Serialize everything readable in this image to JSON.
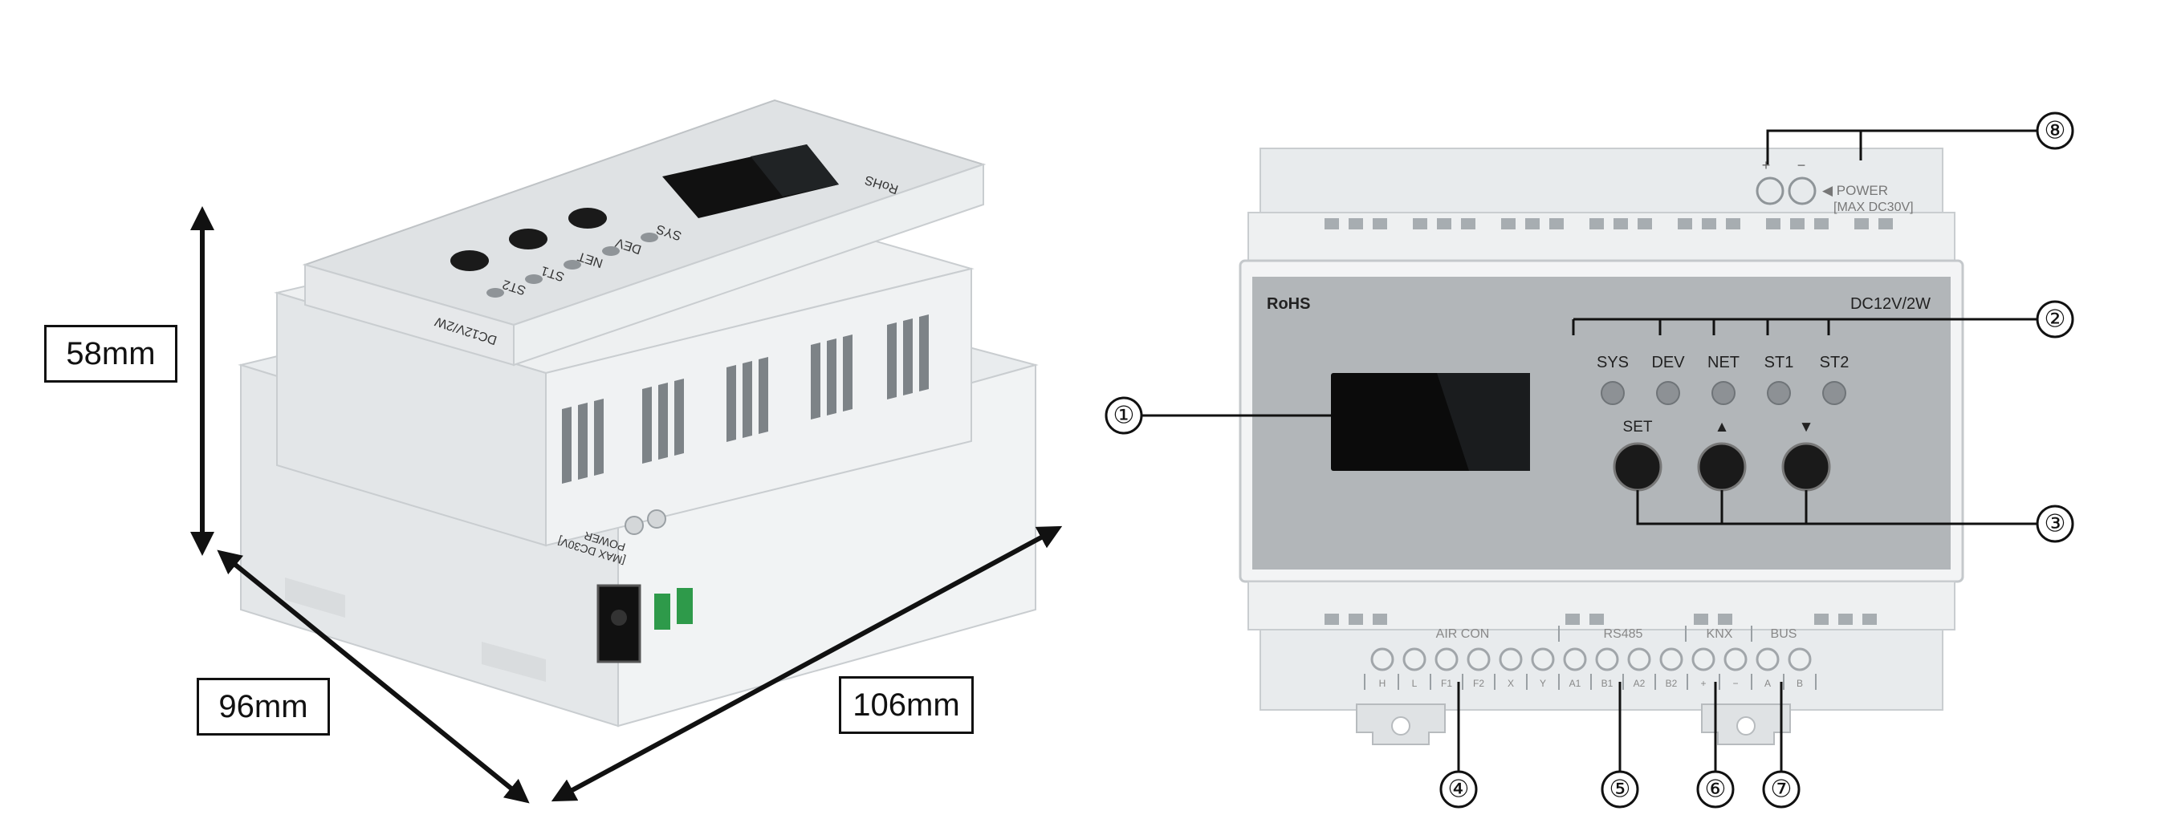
{
  "dimensions": {
    "height": "58mm",
    "width": "96mm",
    "length": "106mm"
  },
  "iso_device": {
    "led_labels": [
      "SYS",
      "DEV",
      "NET",
      "ST1",
      "ST2"
    ],
    "rating": "DC12V/2W",
    "brand": "RoHS",
    "power": "POWER",
    "power_note": "[MAX DC30V]"
  },
  "front_device": {
    "brand": "RoHS",
    "rating": "DC12V/2W",
    "power_plus": "+",
    "power_minus": "−",
    "power_label": "◀ POWER",
    "power_max": "[MAX DC30V]",
    "leds": [
      "SYS",
      "DEV",
      "NET",
      "ST1",
      "ST2"
    ],
    "buttons": [
      "SET",
      "▲",
      "▼"
    ],
    "terminal_groups": [
      "AIR CON",
      "RS485",
      "KNX",
      "BUS"
    ],
    "terminals": [
      "H",
      "L",
      "F1",
      "F2",
      "X",
      "Y",
      "A1",
      "B1",
      "A2",
      "B2",
      "+",
      "−",
      "A",
      "B"
    ]
  },
  "callouts": [
    "①",
    "②",
    "③",
    "④",
    "⑤",
    "⑥",
    "⑦",
    "⑧"
  ]
}
